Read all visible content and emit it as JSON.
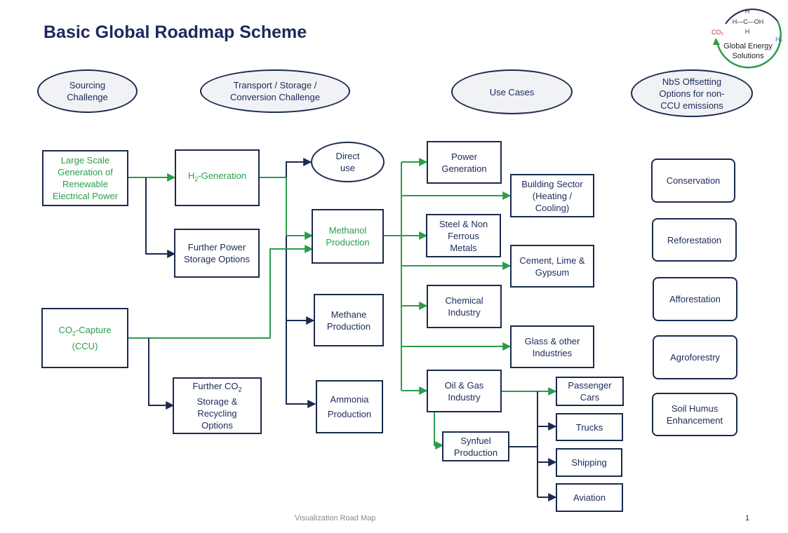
{
  "title": "Basic Global Roadmap Scheme",
  "headers": {
    "sourcing": "Sourcing\nChallenge",
    "transport": "Transport / Storage /\nConversion Challenge",
    "use_cases": "Use Cases",
    "nbs": "NbS Offsetting\nOptions for non-\nCCU emissions"
  },
  "sourcing": {
    "renewable": "Large Scale\nGeneration of\nRenewable\nElectrical Power",
    "co2_capture_pre": "CO",
    "co2_capture_sub": "2",
    "co2_capture_post": "-Capture\n(CCU)"
  },
  "transport": {
    "h2_pre": "H",
    "h2_sub": "2",
    "h2_post": "-Generation",
    "power_storage": "Further Power\nStorage Options",
    "co2_storage_pre": "Further CO",
    "co2_storage_sub": "2",
    "co2_storage_post": "\nStorage &\nRecycling\nOptions"
  },
  "conversion": {
    "direct_use": "Direct\nuse",
    "methanol": "Methanol\nProduction",
    "methane": "Methane\nProduction",
    "ammonia": "Ammonia\nProduction"
  },
  "use_cases": {
    "power_generation": "Power\nGeneration",
    "building_sector": "Building Sector\n(Heating /\nCooling)",
    "steel": "Steel & Non\nFerrous\nMetals",
    "cement": "Cement, Lime &\nGypsum",
    "chemical": "Chemical\nIndustry",
    "glass": "Glass & other\nIndustries",
    "oil_gas": "Oil & Gas\nIndustry",
    "synfuel": "Synfuel\nProduction"
  },
  "transport_modes": {
    "passenger_cars": "Passenger\nCars",
    "trucks": "Trucks",
    "shipping": "Shipping",
    "aviation": "Aviation"
  },
  "nbs_options": [
    "Conservation",
    "Reforestation",
    "Afforestation",
    "Agroforestry",
    "Soil Humus\nEnhancement"
  ],
  "logo": {
    "formula_h_top": "H",
    "formula_mid": "H—C—OH",
    "formula_h_bottom": "H",
    "co2": "CO₂",
    "h2": "H₂",
    "line1": "Global Energy",
    "line2": "Solutions"
  },
  "footer": "Visualization  Road Map",
  "page_number": "1",
  "colors": {
    "navy": "#1b2a4e",
    "green": "#2a9d4b",
    "header_fill": "#f1f2f5"
  }
}
